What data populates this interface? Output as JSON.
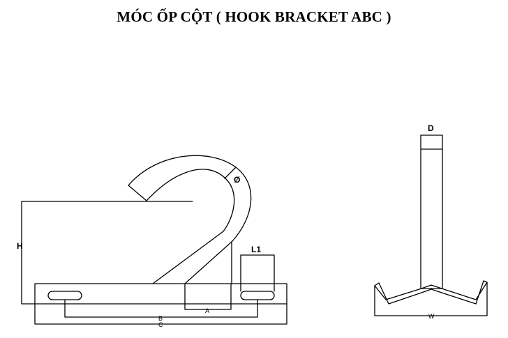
{
  "title": "MÓC ỐP CỘT ( HOOK BRACKET  ABC )",
  "labels": {
    "h": "H",
    "diameter": "Ø",
    "l1": "L1",
    "a": "A",
    "b": "B",
    "c": "C",
    "d": "D",
    "w": "W"
  }
}
